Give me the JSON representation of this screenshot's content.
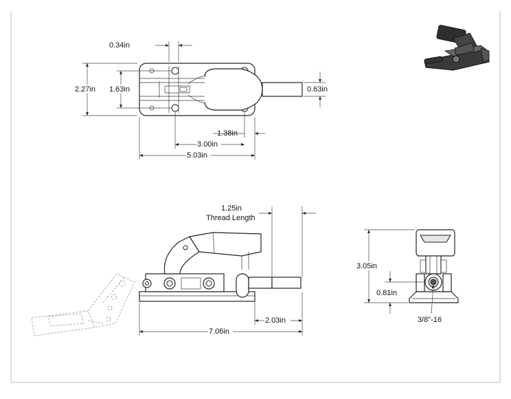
{
  "top_view": {
    "dim_slot": "0.34in",
    "dim_height_overall": "2.27in",
    "dim_height_holes": "1.63in",
    "dim_plunger_dia": "0.63in",
    "dim_hole_to_tip": "1.38in",
    "dim_hole_spacing": "3.00in",
    "dim_base_length": "5.03in"
  },
  "side_view": {
    "dim_thread_length": "1.25in",
    "dim_thread_label": "Thread Length",
    "dim_stroke": "2.03in",
    "dim_overall_length": "7.06in"
  },
  "end_view": {
    "dim_height": "3.05in",
    "dim_centerline": "0.81in",
    "dim_thread_size": "3/8\"-16"
  },
  "colors": {
    "line": "#222222",
    "ghost": "#999999",
    "frame": "#bbbbbb",
    "shade": "#3a3a3a"
  }
}
